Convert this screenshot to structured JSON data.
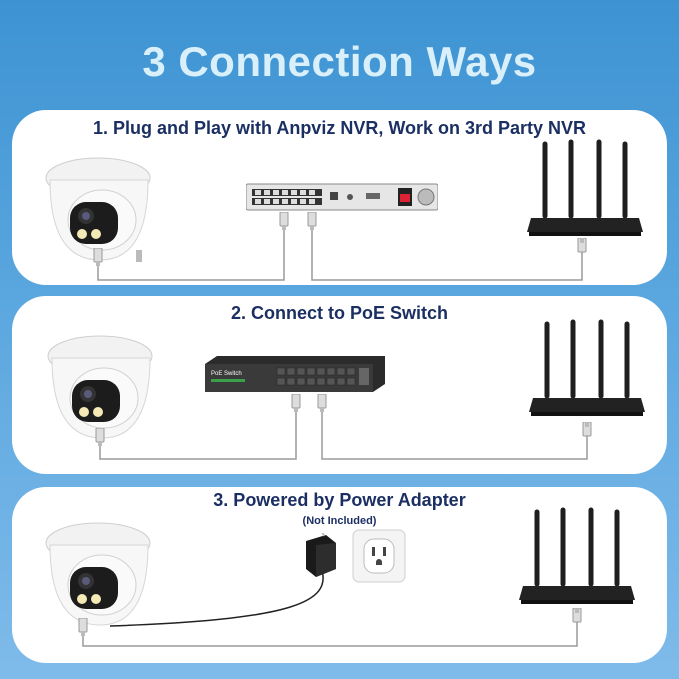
{
  "title": "3 Connection Ways",
  "sections": [
    {
      "heading": "1.  Plug and Play with Anpviz NVR, Work on 3rd Party NVR",
      "device": "nvr"
    },
    {
      "heading": "2. Connect to PoE Switch",
      "device": "poe-switch",
      "device_label": "PoE Switch"
    },
    {
      "heading": "3. Powered by Power Adapter",
      "note": "(Not Included)",
      "device": "power-adapter"
    }
  ],
  "icons": [
    "dome-camera-icon",
    "router-icon",
    "nvr-icon",
    "poe-switch-icon",
    "power-adapter-icon",
    "wall-outlet-icon",
    "ethernet-plug-icon"
  ]
}
